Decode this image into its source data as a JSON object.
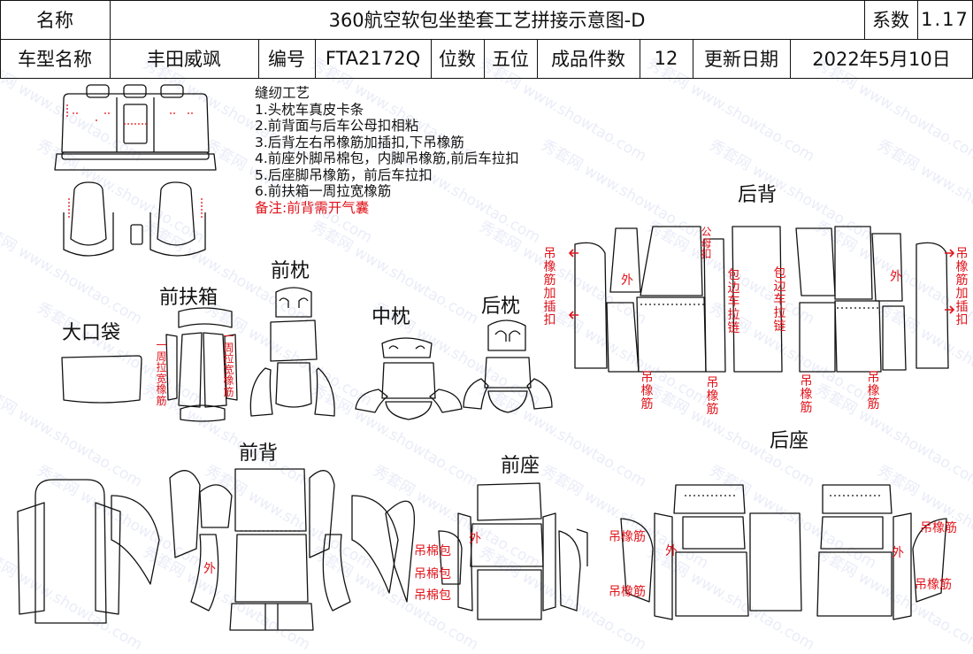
{
  "header": {
    "name_label": "名称",
    "title": "360航空软包坐垫套工艺拼接示意图-D",
    "coef_label": "系数",
    "coef_value": "1.17",
    "model_label": "车型名称",
    "model_value": "丰田威飒",
    "code_label": "编号",
    "code_value": "FTA2172Q",
    "seats_label": "位数",
    "seats_value": "五位",
    "pieces_label": "成品件数",
    "pieces_value": "12",
    "update_label": "更新日期",
    "update_value": "2022年5月10日"
  },
  "notes": {
    "heading": "缝纫工艺",
    "items": [
      "1.头枕车真皮卡条",
      "2.前背面与后车公母扣相粘",
      "3.后背左右吊橡筋加插扣,下吊橡筋",
      "4.前座外脚吊棉包，内脚吊橡筋,前后车拉扣",
      "5.后座脚吊橡筋，前后车拉扣",
      "6.前扶箱一周拉宽橡筋"
    ],
    "remark": "备注:前背需开气囊"
  },
  "sections": {
    "rear_back": "后背",
    "front_headrest": "前枕",
    "front_armrest": "前扶箱",
    "middle_headrest": "中枕",
    "rear_headrest": "后枕",
    "big_pocket": "大口袋",
    "front_back": "前背",
    "front_seat": "前座",
    "rear_seat": "后座"
  },
  "annotations": {
    "hang_elastic_buckle": "吊橡筋加插扣",
    "outer": "外",
    "hang_elastic": "吊橡筋",
    "male_female_buckle": "公母扣",
    "edge_zipper": "包边车拉链",
    "around_wide_elastic": "一周拉宽橡筋",
    "hang_cotton": "吊棉包"
  },
  "watermark": "秀套网 www.showtao.com",
  "colors": {
    "line": "#111111",
    "annotation": "#e0141b",
    "watermark": "#5a6ec8"
  }
}
